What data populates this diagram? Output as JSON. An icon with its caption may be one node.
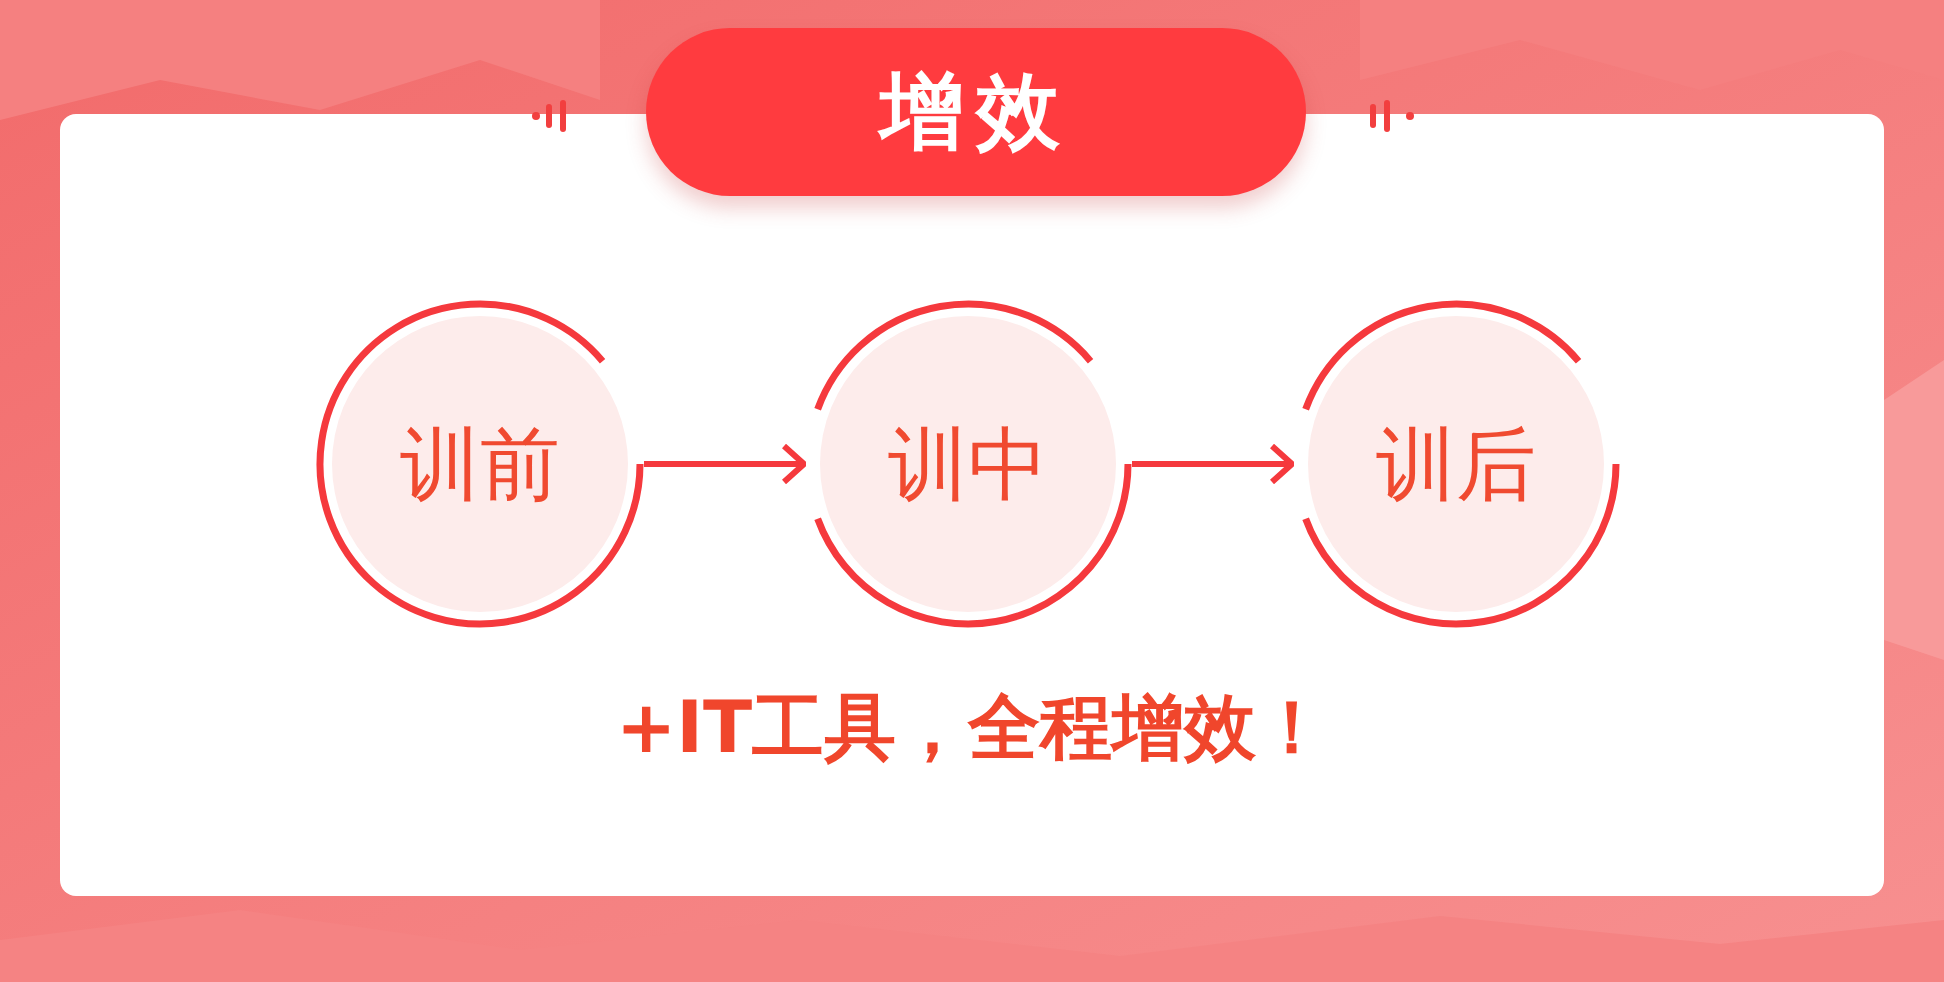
{
  "diagram": {
    "title": "增效",
    "nodes": [
      {
        "text": [
          "训前"
        ]
      },
      {
        "text": [
          "训中"
        ]
      },
      {
        "text": [
          "训后"
        ]
      }
    ],
    "edges": [
      {
        "from": 0,
        "to": 1,
        "arrow": "to"
      },
      {
        "from": 1,
        "to": 2,
        "arrow": "to"
      }
    ],
    "labels": [
      "+IT工具，全程增效！"
    ]
  }
}
